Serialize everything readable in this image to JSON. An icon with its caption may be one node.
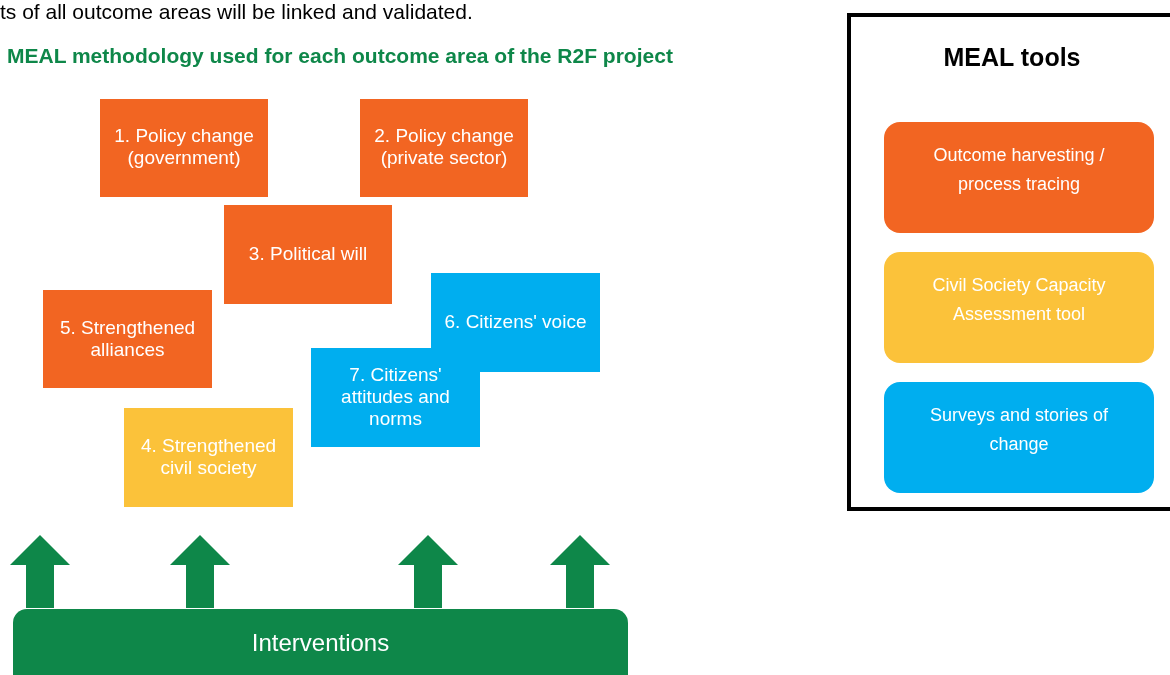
{
  "diagram": {
    "title": "MEAL methodology used for each outcome area of the R2F project",
    "nodes": [
      {
        "text": [
          "1. Policy change (government)"
        ]
      },
      {
        "text": [
          "2. Policy change (private sector)"
        ]
      },
      {
        "text": [
          "3. Political will"
        ]
      },
      {
        "text": [
          "5. Strengthened alliances"
        ]
      },
      {
        "text": [
          "6. Citizens' voice"
        ]
      },
      {
        "text": [
          "7. Citizens' attitudes and norms"
        ]
      },
      {
        "text": [
          "4. Strengthened civil society"
        ]
      },
      {
        "text": [
          "Interventions"
        ]
      },
      {
        "text": [
          "MEAL tools"
        ]
      },
      {
        "text": [
          "Outcome harvesting / process tracing"
        ],
        "in": 8
      },
      {
        "text": [
          "Civil Society Capacity Assessment tool"
        ],
        "in": 8
      },
      {
        "text": [
          "Surveys and stories of change"
        ],
        "in": 8
      }
    ],
    "edges": [
      {
        "from": 7,
        "to": null,
        "arrow": "to",
        "style": "thick"
      },
      {
        "from": 7,
        "to": null,
        "arrow": "to",
        "style": "thick"
      },
      {
        "from": 7,
        "to": null,
        "arrow": "to",
        "style": "thick"
      },
      {
        "from": 7,
        "to": null,
        "arrow": "to",
        "style": "thick"
      }
    ],
    "labels": [
      "ts of all outcome areas will be linked and validated."
    ]
  }
}
